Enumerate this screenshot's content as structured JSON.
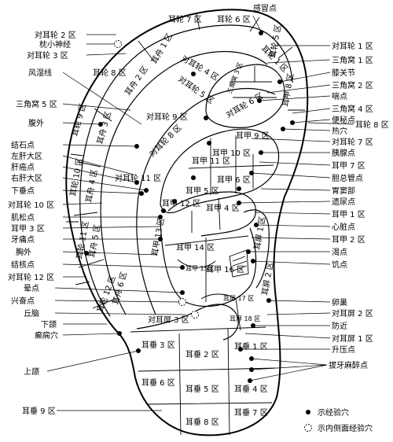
{
  "diagram": {
    "right_labels": [
      "感冒点",
      "对耳轮 1 区",
      "三角窝 1 区",
      "膝关节",
      "三角窝 2 区",
      "喘点",
      "三角窝 4 区",
      "便秘点",
      "耳轮 8 区",
      "热穴",
      "对耳轮 7 区",
      "胰腺点",
      "耳甲 7 区",
      "胆总管点",
      "胃窦部",
      "遗尿点",
      "耳甲 1 区",
      "心脏点",
      "耳甲 2 区",
      "渴点",
      "饥点",
      "卵巢",
      "对耳屏 2 区",
      "防近",
      "对耳屏 1 区",
      "升压点",
      "拔牙麻醉点"
    ],
    "left_labels": [
      "对耳轮 2 区",
      "枕小神经",
      "对耳轮 3 区",
      "风湿线",
      "三角窝 5 区",
      "腹外",
      "结石点",
      "左肝大区",
      "肝癌点",
      "右肝大区",
      "下垂点",
      "对耳轮 10 区",
      "肌松点",
      "耳甲 3 区",
      "牙痛点",
      "胸外",
      "结核点",
      "对耳轮 12 区",
      "晕点",
      "兴奋点",
      "丘脑",
      "下颌",
      "癫痫穴",
      "上颌",
      "耳垂 9 区"
    ],
    "region_labels": {
      "helix7": "耳轮 7 区",
      "helix6": "耳轮 6 区",
      "helix1": "耳轮 1 区",
      "helix2": "耳轮 2 区",
      "helix3": "耳轮 3 区",
      "helix4": "耳轮 4 区",
      "helix5": "耳轮 5 区",
      "helix8": "耳轮 8 区",
      "helix9": "耳轮 9 区",
      "helix10": "耳轮 10 区",
      "helix11": "耳轮 11 区",
      "helix12": "耳轮 12 区",
      "anti4": "对耳轮 4 区",
      "anti5": "对耳轮 5 区",
      "anti6": "对耳轮 6 区",
      "anti8": "对耳轮 8 区",
      "anti9": "对耳轮 9 区",
      "anti11": "对耳轮 11 区",
      "tri3": "三角窝 3 区",
      "concha8": "耳甲 8 区",
      "concha9": "耳甲 9 区",
      "concha10": "耳甲 10 区",
      "concha11": "耳甲 11 区",
      "concha12": "耳甲 12 区",
      "concha4": "耳甲 4 区",
      "concha5": "耳甲 5 区",
      "concha6": "耳甲 6 区",
      "concha13": "耳甲 13 区",
      "concha14": "耳甲 14 区",
      "concha15": "耳甲 15区",
      "concha16": "耳甲 16 区",
      "concha17": "耳屏 17 区",
      "concha18": "耳屏 18 区",
      "scapha1": "耳舟 1 区",
      "scapha2": "耳舟 2 区",
      "scapha3": "耳舟 3 区",
      "scapha4": "耳舟 4 区",
      "scapha5": "耳舟 5 区",
      "scapha6": "耳舟 6 区",
      "tragus1": "耳屏 1 区",
      "tragus2": "耳屏 2 区",
      "antitragus3": "对耳屏 3 区",
      "lobe1": "耳垂 1 区",
      "lobe2": "耳垂 2 区",
      "lobe3": "耳垂 3 区",
      "lobe4": "耳垂 4 区",
      "lobe5": "耳垂 5 区",
      "lobe6": "耳垂 6 区",
      "lobe7": "耳垂 7 区",
      "lobe8": "耳垂 8 区"
    },
    "legend": {
      "solid": "示经验穴",
      "open": "示内侧面经验穴"
    }
  }
}
